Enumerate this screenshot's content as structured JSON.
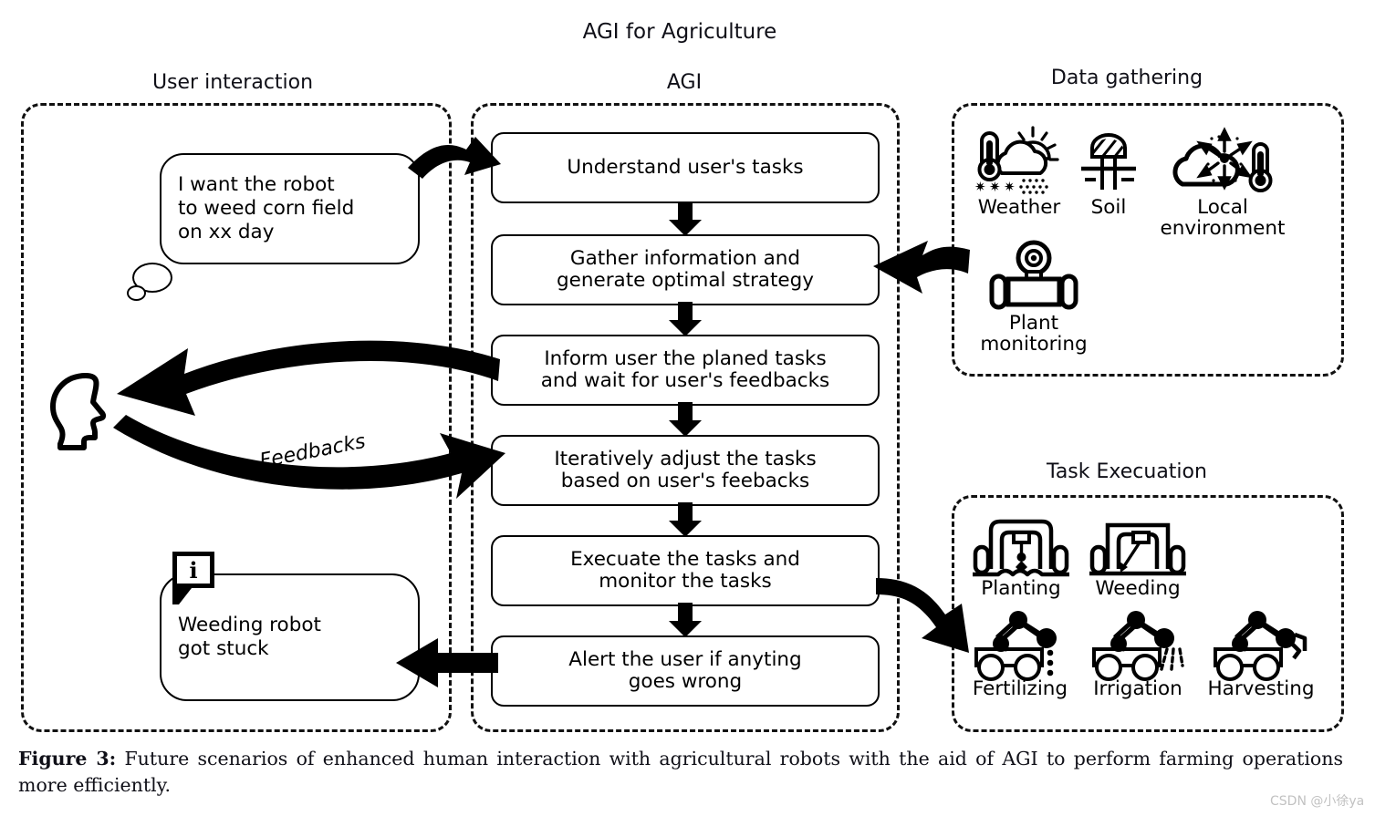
{
  "figure": {
    "title": "AGI for Agriculture",
    "caption_label": "Figure 3:",
    "caption_text": " Future scenarios of enhanced human interaction with agricultural robots with the aid of AGI to perform farming operations more efficiently.",
    "watermark": "CSDN @小徐ya"
  },
  "panels": {
    "user_interaction": {
      "title": "User interaction"
    },
    "agi": {
      "title": "AGI"
    },
    "data_gathering": {
      "title": "Data gathering"
    },
    "task_execution": {
      "title": "Task Execuation"
    }
  },
  "user_interaction": {
    "request_bubble": "I want the robot\nto weed corn field\non xx day",
    "alert_bubble": "Weeding robot\ngot stuck",
    "alert_badge": "i",
    "feedback_label": "Feedbacks",
    "head_icon": "human-head-icon"
  },
  "agi_steps": [
    {
      "id": "understand",
      "text": "Understand user's tasks"
    },
    {
      "id": "gather",
      "text": "Gather information and\ngenerate optimal strategy"
    },
    {
      "id": "inform",
      "text": "Inform user the planed tasks\nand wait for user's feedbacks"
    },
    {
      "id": "iterate",
      "text": "Iteratively adjust the tasks\nbased on user's feebacks"
    },
    {
      "id": "execute",
      "text": "Execuate the tasks and\nmonitor the tasks"
    },
    {
      "id": "alert",
      "text": "Alert the user if anyting\ngoes wrong"
    }
  ],
  "data_gathering_items": [
    {
      "id": "weather",
      "label": "Weather",
      "icon": "weather-thermometer-cloud-sun-icon"
    },
    {
      "id": "soil",
      "label": "Soil",
      "icon": "soil-probe-sensor-icon"
    },
    {
      "id": "local_environment",
      "label": "Local\nenvironment",
      "icon": "cloud-airflow-thermometer-icon"
    },
    {
      "id": "plant_monitoring",
      "label": "Plant\nmonitoring",
      "icon": "camera-rover-robot-icon"
    }
  ],
  "task_execution_items": [
    {
      "id": "planting",
      "label": "Planting",
      "icon": "gantry-robot-seeding-icon"
    },
    {
      "id": "weeding",
      "label": "Weeding",
      "icon": "gantry-robot-weeding-icon"
    },
    {
      "id": "fertilizing",
      "label": "Fertilizing",
      "icon": "arm-robot-fertilizing-icon"
    },
    {
      "id": "irrigation",
      "label": "Irrigation",
      "icon": "arm-robot-spraying-icon"
    },
    {
      "id": "harvesting",
      "label": "Harvesting",
      "icon": "arm-robot-gripper-icon"
    }
  ],
  "colors": {
    "stroke": "#000000",
    "background": "#ffffff",
    "text": "#0f0f17",
    "watermark": "#c2c2c2"
  }
}
